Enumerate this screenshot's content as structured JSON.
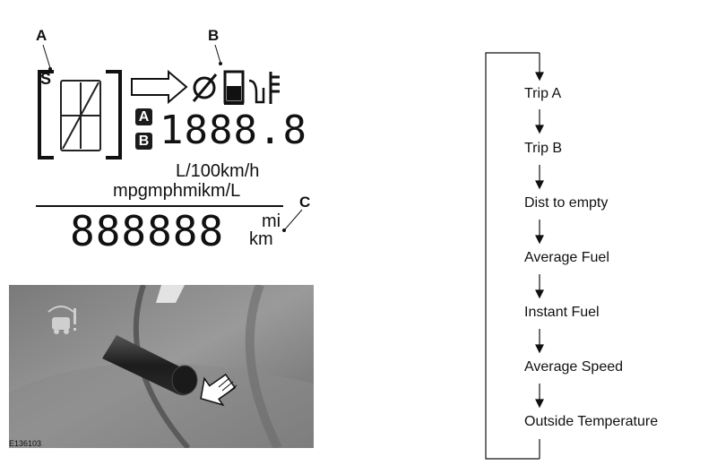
{
  "callouts": {
    "a": "A",
    "b": "B",
    "c": "C"
  },
  "display": {
    "gear_mode": "S",
    "trip_a": "A",
    "trip_b": "B",
    "trip_value": "1888.8",
    "unit_line1": "L/100km/h",
    "unit_line2": "mpgmphmikm/L",
    "odometer_value": "888888",
    "odo_unit_mi": "mi",
    "odo_unit_km": "km"
  },
  "figure_ref": "E136103",
  "flow": {
    "items": [
      "Trip A",
      "Trip B",
      "Dist to empty",
      "Average Fuel",
      "Instant Fuel",
      "Average Speed",
      "Outside Temperature"
    ]
  }
}
